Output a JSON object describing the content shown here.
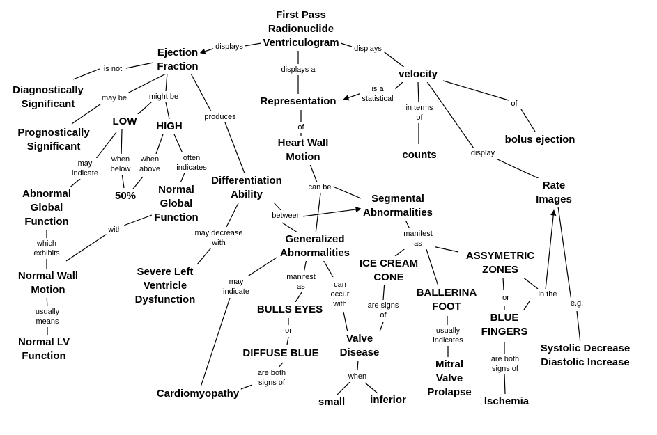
{
  "concepts": {
    "first_pass": "First Pass\nRadionuclide\nVentriculogram",
    "ejection_fraction": "Ejection\nFraction",
    "velocity": "velocity",
    "representation": "Representation",
    "heart_wall_motion": "Heart Wall\nMotion",
    "diagnostically_significant": "Diagnostically\nSignificant",
    "prognostically_significant": "Prognostically\nSignificant",
    "low": "LOW",
    "high": "HIGH",
    "fifty_percent": "50%",
    "abnormal_global_function": "Abnormal\nGlobal\nFunction",
    "normal_global_function": "Normal\nGlobal\nFunction",
    "normal_wall_motion": "Normal Wall\nMotion",
    "normal_lv_function": "Normal LV\nFunction",
    "differentiation_ability": "Differentiation\nAbility",
    "severe_left_ventricle": "Severe Left\nVentricle\nDysfunction",
    "counts": "counts",
    "bolus_ejection": "bolus ejection",
    "rate_images": "Rate\nImages",
    "segmental_abnormalities": "Segmental\nAbnormalities",
    "generalized_abnormalities": "Generalized\nAbnormalities",
    "ice_cream_cone": "ICE CREAM\nCONE",
    "ballerina_foot": "BALLERINA\nFOOT",
    "assymetric_zones": "ASSYMETRIC\nZONES",
    "bulls_eyes": "BULLS EYES",
    "diffuse_blue": "DIFFUSE BLUE",
    "valve_disease": "Valve\nDisease",
    "blue_fingers": "BLUE\nFINGERS",
    "mitral_valve_prolapse": "Mitral\nValve\nProlapse",
    "ischemia": "Ischemia",
    "systolic_diastolic": "Systolic Decrease\nDiastolic Increase",
    "cardiomyopathy": "Cardiomyopathy",
    "small": "small",
    "inferior": "inferior"
  },
  "links": {
    "displays_ef": "displays",
    "displays_vel": "displays",
    "displays_a": "displays a",
    "is_not": "is not",
    "may_be": "may be",
    "might_be": "might be",
    "produces": "produces",
    "is_a_statistical": "is a\nstatistical",
    "in_terms_of": "in terms\nof",
    "of_vel": "of",
    "of_rep": "of",
    "display": "display",
    "may_indicate_low": "may\nindicate",
    "when_below": "when\nbelow",
    "when_above": "when\nabove",
    "often_indicates": "often\nindicates",
    "with": "with",
    "which_exhibits": "which\nexhibits",
    "usually_means": "usually\nmeans",
    "can_be": "can be",
    "between": "between",
    "may_decrease_with": "may decrease\nwith",
    "manifest_as_seg": "manifest\nas",
    "manifest_as_gen": "manifest\nas",
    "can_occur_with": "can\noccur\nwith",
    "may_indicate_gen": "may\nindicate",
    "or_bulls": "or",
    "or_zones": "or",
    "are_signs_of": "are signs\nof",
    "usually_indicates": "usually\nindicates",
    "in_the": "in the",
    "eg": "e.g.",
    "are_both_signs_of_blue": "are both\nsigns of",
    "are_both_signs_of_fingers": "are both\nsigns of",
    "when_valve": "when"
  }
}
